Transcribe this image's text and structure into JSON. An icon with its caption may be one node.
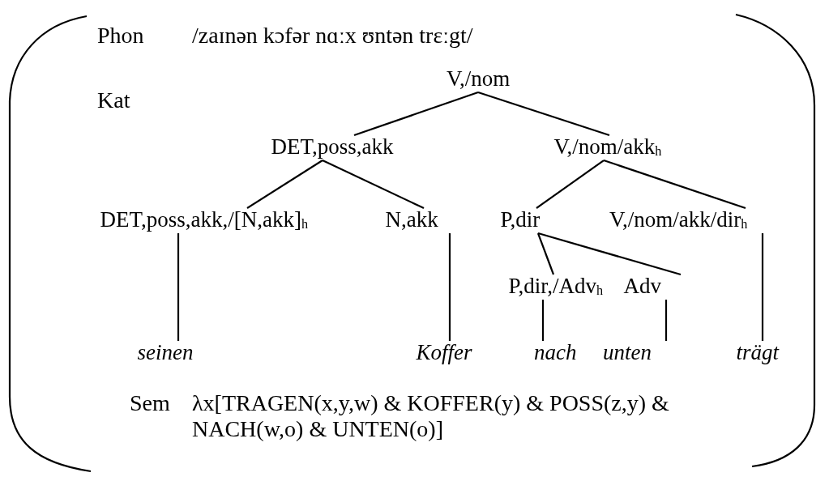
{
  "diagram": {
    "nodes": [
      {
        "text": [
          "V,/nom"
        ]
      },
      {
        "text": [
          "DET,poss,akk"
        ]
      },
      {
        "text": [
          "V,/nom/akk$_{h}$"
        ]
      },
      {
        "text": [
          "DET,poss,akk,/[N,akk]$_{h}$"
        ]
      },
      {
        "text": [
          "N,akk"
        ]
      },
      {
        "text": [
          "P,dir"
        ]
      },
      {
        "text": [
          "V,/nom/akk/dir$_{h}$"
        ]
      },
      {
        "text": [
          "P,dir,/Adv$_{h}$"
        ]
      },
      {
        "text": [
          "Adv"
        ]
      },
      {
        "text": [
          "seinen"
        ]
      },
      {
        "text": [
          "Koffer"
        ]
      },
      {
        "text": [
          "nach"
        ]
      },
      {
        "text": [
          "unten"
        ]
      },
      {
        "text": [
          "trägt"
        ]
      }
    ],
    "edges": [
      {
        "from": 0,
        "to": 1,
        "arrow": "none"
      },
      {
        "from": 0,
        "to": 2,
        "arrow": "none"
      },
      {
        "from": 1,
        "to": 3,
        "arrow": "none"
      },
      {
        "from": 1,
        "to": 4,
        "arrow": "none"
      },
      {
        "from": 2,
        "to": 5,
        "arrow": "none"
      },
      {
        "from": 2,
        "to": 6,
        "arrow": "none"
      },
      {
        "from": 5,
        "to": 7,
        "arrow": "none"
      },
      {
        "from": 5,
        "to": 8,
        "arrow": "none"
      },
      {
        "from": 3,
        "to": 9,
        "arrow": "none"
      },
      {
        "from": 4,
        "to": 10,
        "arrow": "none"
      },
      {
        "from": 7,
        "to": 11,
        "arrow": "none"
      },
      {
        "from": 8,
        "to": 12,
        "arrow": "none"
      },
      {
        "from": 6,
        "to": 13,
        "arrow": "none"
      }
    ],
    "labels": [
      "Phon",
      "/zaɪnən kɔfər nɑːx ʊntən trɛːgt/",
      "Kat",
      "Sem",
      "λx[TRAGEN(x,y,w) & KOFFER(y) & POSS(z,y) & NACH(w,o) & UNTEN(o)]"
    ]
  }
}
